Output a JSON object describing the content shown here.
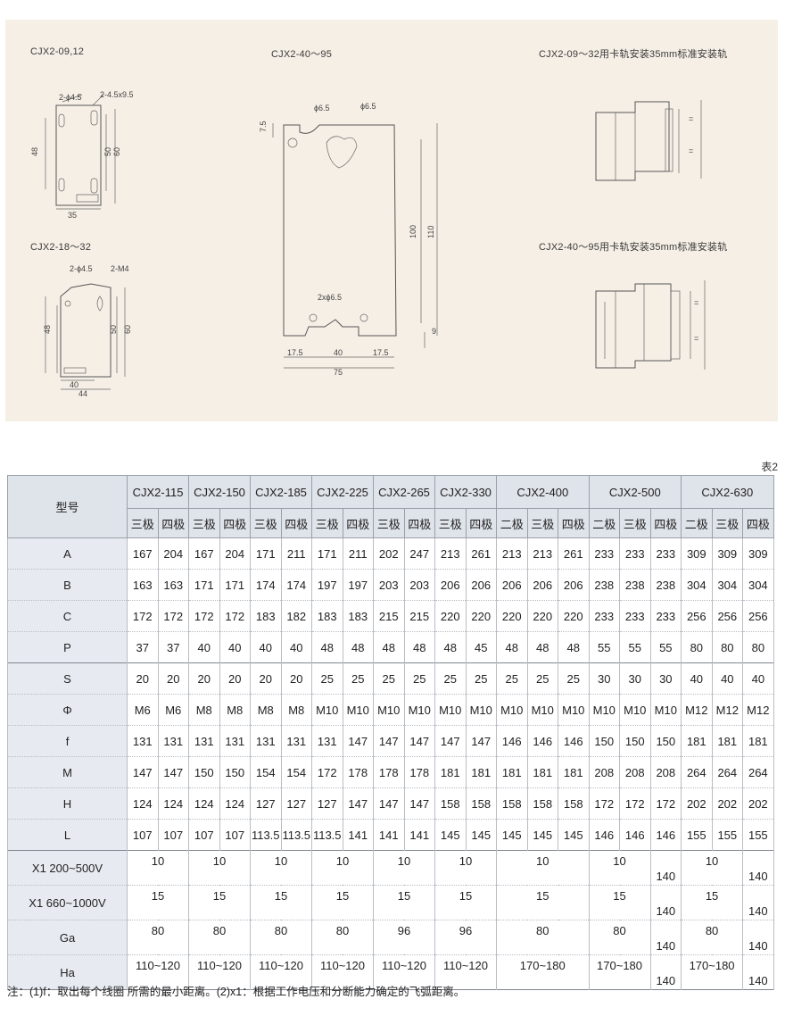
{
  "diagram": {
    "titles": {
      "cjx2_09_12": "CJX2-09,12",
      "cjx2_18_32": "CJX2-18～32",
      "cjx2_40_95": "CJX2-40～95",
      "rail_09_32": "CJX2-09～32用卡轨安装35mm标准安装轨",
      "rail_40_95": "CJX2-40～95用卡轨安装35mm标准安装轨"
    },
    "dims_09_12": {
      "hole1": "2-ϕ4.5",
      "hole2": "2-4.5x9.5",
      "h48": "48",
      "h50": "50",
      "h60": "60",
      "w35": "35"
    },
    "dims_18_32": {
      "hole1": "2-ϕ4.5",
      "hole2": "2-M4",
      "h48": "48",
      "h50": "50",
      "h60": "60",
      "w40": "40",
      "w44": "44"
    },
    "dims_40_95": {
      "phi1": "ϕ6.5",
      "phi2": "ϕ6.5",
      "phi3": "2xϕ6.5",
      "v75": "7.5",
      "v100": "100",
      "v110": "110",
      "v9": "9",
      "w175a": "17.5",
      "w40": "40",
      "w175b": "17.5",
      "w75": "75"
    }
  },
  "table": {
    "caption": "表2",
    "model_header": "型号",
    "models": [
      "CJX2-115",
      "CJX2-150",
      "CJX2-185",
      "CJX2-225",
      "CJX2-265",
      "CJX2-330",
      "CJX2-400",
      "CJX2-500",
      "CJX2-630"
    ],
    "poles": [
      "三极",
      "四极",
      "三极",
      "四极",
      "三极",
      "四极",
      "三极",
      "四极",
      "三极",
      "四极",
      "三极",
      "四极",
      "二极",
      "三极",
      "四极",
      "二极",
      "三极",
      "四极",
      "二极",
      "三极",
      "四极"
    ],
    "rows": [
      {
        "label": "A",
        "values": [
          "167",
          "204",
          "167",
          "204",
          "171",
          "211",
          "171",
          "211",
          "202",
          "247",
          "213",
          "261",
          "213",
          "213",
          "261",
          "233",
          "233",
          "233",
          "309",
          "309",
          "309"
        ]
      },
      {
        "label": "B",
        "values": [
          "163",
          "163",
          "171",
          "171",
          "174",
          "174",
          "197",
          "197",
          "203",
          "203",
          "206",
          "206",
          "206",
          "206",
          "206",
          "238",
          "238",
          "238",
          "304",
          "304",
          "304"
        ]
      },
      {
        "label": "C",
        "values": [
          "172",
          "172",
          "172",
          "172",
          "183",
          "182",
          "183",
          "183",
          "215",
          "215",
          "220",
          "220",
          "220",
          "220",
          "220",
          "233",
          "233",
          "233",
          "256",
          "256",
          "256"
        ]
      },
      {
        "label": "P",
        "values": [
          "37",
          "37",
          "40",
          "40",
          "40",
          "40",
          "48",
          "48",
          "48",
          "48",
          "48",
          "45",
          "48",
          "48",
          "48",
          "55",
          "55",
          "55",
          "80",
          "80",
          "80"
        ]
      },
      {
        "label": "S",
        "values": [
          "20",
          "20",
          "20",
          "20",
          "20",
          "20",
          "25",
          "25",
          "25",
          "25",
          "25",
          "25",
          "25",
          "25",
          "25",
          "30",
          "30",
          "30",
          "40",
          "40",
          "40"
        ]
      },
      {
        "label": "Φ",
        "values": [
          "M6",
          "M6",
          "M8",
          "M8",
          "M8",
          "M8",
          "M10",
          "M10",
          "M10",
          "M10",
          "M10",
          "M10",
          "M10",
          "M10",
          "M10",
          "M10",
          "M10",
          "M10",
          "M12",
          "M12",
          "M12"
        ]
      },
      {
        "label": "f",
        "values": [
          "131",
          "131",
          "131",
          "131",
          "131",
          "131",
          "131",
          "147",
          "147",
          "147",
          "147",
          "147",
          "146",
          "146",
          "146",
          "150",
          "150",
          "150",
          "181",
          "181",
          "181"
        ]
      },
      {
        "label": "M",
        "values": [
          "147",
          "147",
          "150",
          "150",
          "154",
          "154",
          "172",
          "178",
          "178",
          "178",
          "181",
          "181",
          "181",
          "181",
          "181",
          "208",
          "208",
          "208",
          "264",
          "264",
          "264"
        ]
      },
      {
        "label": "H",
        "values": [
          "124",
          "124",
          "124",
          "124",
          "127",
          "127",
          "127",
          "147",
          "147",
          "147",
          "158",
          "158",
          "158",
          "158",
          "158",
          "172",
          "172",
          "172",
          "202",
          "202",
          "202"
        ]
      },
      {
        "label": "L",
        "values": [
          "107",
          "107",
          "107",
          "107",
          "113.5",
          "113.5",
          "113.5",
          "141",
          "141",
          "141",
          "145",
          "145",
          "145",
          "145",
          "145",
          "146",
          "146",
          "146",
          "155",
          "155",
          "155"
        ]
      }
    ],
    "merged_rows": [
      {
        "label": "X1  200~500V",
        "values": [
          "10",
          "10",
          "10",
          "10",
          "10",
          "10",
          "10",
          "10",
          "140",
          "10",
          "140"
        ]
      },
      {
        "label": "X1  660~1000V",
        "values": [
          "15",
          "15",
          "15",
          "15",
          "15",
          "15",
          "15",
          "15",
          "140",
          "15",
          "140"
        ]
      },
      {
        "label": "Ga",
        "values": [
          "80",
          "80",
          "80",
          "80",
          "96",
          "96",
          "80",
          "80",
          "140",
          "80",
          "140"
        ]
      },
      {
        "label": "Ha",
        "values": [
          "110~120",
          "110~120",
          "110~120",
          "110~120",
          "110~120",
          "110~120",
          "170~180",
          "170~180",
          "140",
          "170~180",
          "140"
        ]
      }
    ],
    "merged_spans": [
      2,
      2,
      2,
      2,
      2,
      2,
      3,
      2,
      1,
      2,
      1
    ]
  },
  "note": "注：(1)f：取出每个线圈  所需的最小距离。(2)x1：根据工作电压和分断能力确定的飞弧距离。"
}
